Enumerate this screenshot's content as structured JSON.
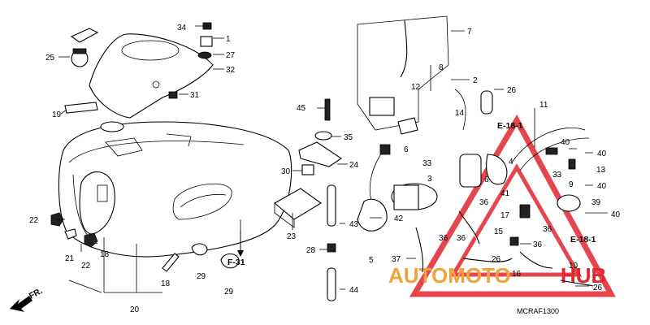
{
  "diagram": {
    "code": "MCRAF1300",
    "front_marker": "FR.",
    "section_refs": [
      "F-31",
      "E-18-1",
      "E-18-1"
    ],
    "parts": [
      "34",
      "1",
      "27",
      "32",
      "31",
      "25",
      "19",
      "45",
      "35",
      "24",
      "30",
      "33",
      "3",
      "23",
      "43",
      "28",
      "44",
      "29",
      "29",
      "22",
      "21",
      "22",
      "18",
      "18",
      "20",
      "5",
      "42",
      "37",
      "7",
      "8",
      "12",
      "2",
      "26",
      "14",
      "11",
      "6",
      "6",
      "33",
      "40",
      "40",
      "13",
      "40",
      "9",
      "39",
      "40",
      "41",
      "36",
      "36",
      "17",
      "15",
      "36",
      "36",
      "36",
      "26",
      "16",
      "10",
      "26",
      "4"
    ],
    "watermark": {
      "brand_left": "AUTOMOTO",
      "brand_right": "HUB"
    },
    "colors": {
      "watermark_red": "#e0262e",
      "watermark_orange": "#f2a23a",
      "line": "#000000"
    }
  }
}
